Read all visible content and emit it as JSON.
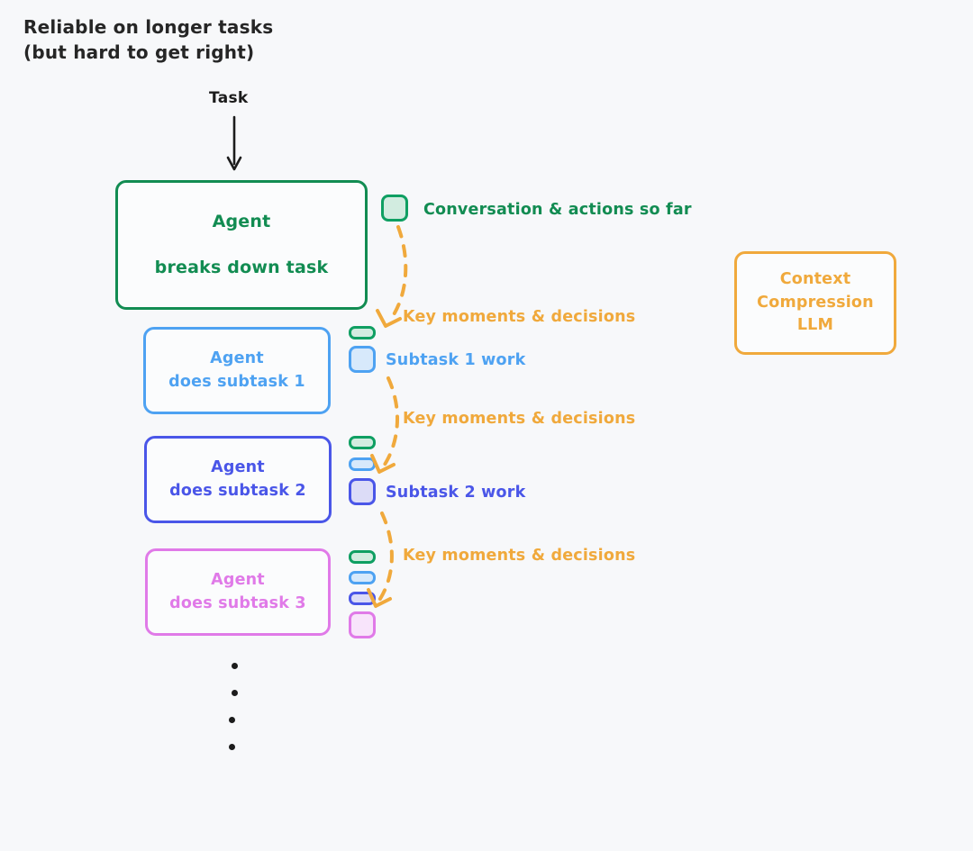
{
  "heading": {
    "line1": "Reliable on longer tasks",
    "line2": "(but hard to get right)"
  },
  "flow": {
    "task_label": "Task"
  },
  "boxes": {
    "main": {
      "line1": "Agent",
      "line2": "breaks down task",
      "color": "#128c52"
    },
    "subtask1": {
      "line1": "Agent",
      "line2": "does subtask 1",
      "color": "#4ea2f2"
    },
    "subtask2": {
      "line1": "Agent",
      "line2": "does subtask 2",
      "color": "#4a56e8"
    },
    "subtask3": {
      "line1": "Agent",
      "line2": "does subtask 3",
      "color": "#e07ae8"
    },
    "compressor": {
      "line1": "Context",
      "line2": "Compression",
      "line3": "LLM",
      "color": "#f0a93c"
    }
  },
  "labels": {
    "conversation": "Conversation & actions so far",
    "subtask1_work": "Subtask 1 work",
    "subtask2_work": "Subtask 2 work",
    "key_moments_1": "Key moments & decisions",
    "key_moments_2": "Key moments & decisions",
    "key_moments_3": "Key moments & decisions"
  },
  "chips": {
    "green_full": "context-chip-green-full",
    "green_pill": "context-chip-green-compressed",
    "blue_full": "context-chip-blue-full",
    "blue_pill": "context-chip-blue-compressed",
    "indigo_full": "context-chip-indigo-full",
    "indigo_pill": "context-chip-indigo-compressed",
    "pink_full": "context-chip-pink-full"
  },
  "colors": {
    "background": "#f7f8fa",
    "text": "#262626",
    "green": "#128c52",
    "green_chip": "#0f9f62",
    "blue": "#4ea2f2",
    "indigo": "#4a56e8",
    "pink": "#e07ae8",
    "orange": "#f0a93c"
  },
  "ellipsis_dots": 4
}
